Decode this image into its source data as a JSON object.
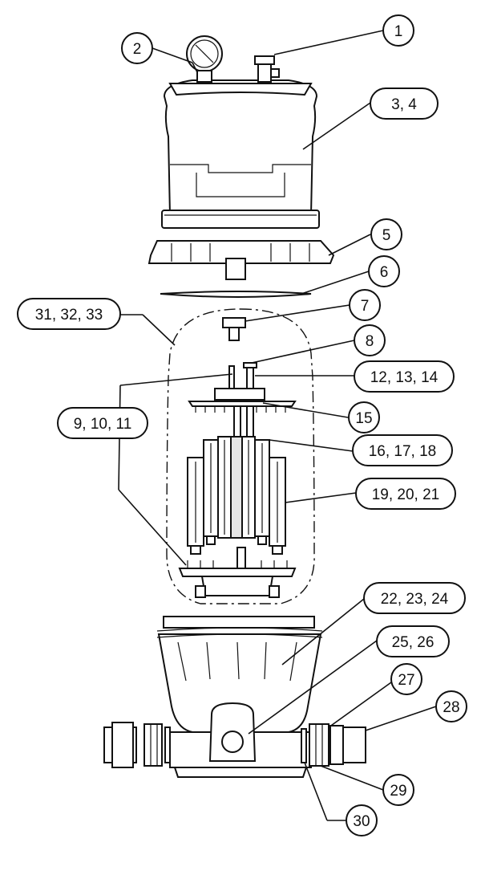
{
  "callouts": [
    {
      "id": "c1",
      "label": "1"
    },
    {
      "id": "c2",
      "label": "2"
    },
    {
      "id": "c3",
      "label": "3, 4"
    },
    {
      "id": "c5",
      "label": "5"
    },
    {
      "id": "c6",
      "label": "6"
    },
    {
      "id": "c7",
      "label": "7"
    },
    {
      "id": "c8",
      "label": "8"
    },
    {
      "id": "c31",
      "label": "31, 32, 33"
    },
    {
      "id": "c12",
      "label": "12, 13, 14"
    },
    {
      "id": "c9",
      "label": "9, 10, 11"
    },
    {
      "id": "c15",
      "label": "15"
    },
    {
      "id": "c16",
      "label": "16, 17, 18"
    },
    {
      "id": "c19",
      "label": "19, 20, 21"
    },
    {
      "id": "c22",
      "label": "22, 23, 24"
    },
    {
      "id": "c25",
      "label": "25, 26"
    },
    {
      "id": "c27",
      "label": "27"
    },
    {
      "id": "c28",
      "label": "28"
    },
    {
      "id": "c29",
      "label": "29"
    },
    {
      "id": "c30",
      "label": "30"
    }
  ]
}
